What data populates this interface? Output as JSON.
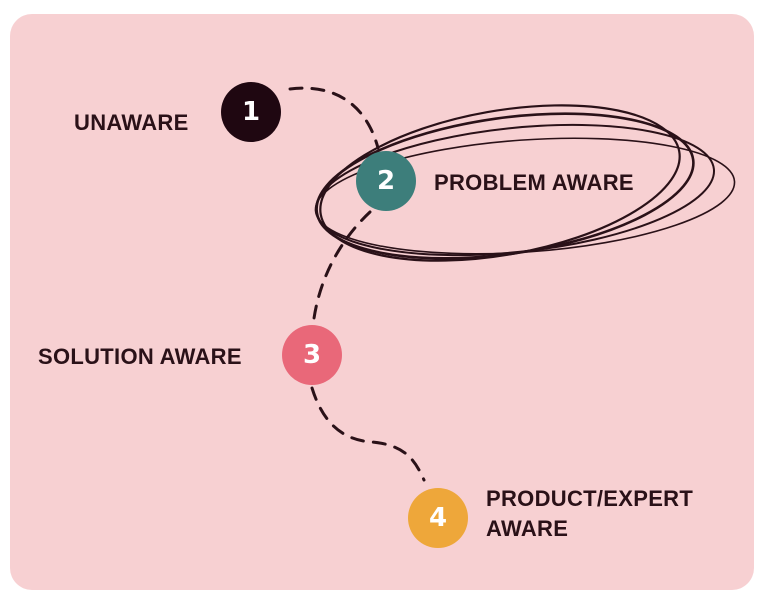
{
  "stages": [
    {
      "number": "1",
      "label": "UNAWARE",
      "color": "#1f0711"
    },
    {
      "number": "2",
      "label": "PROBLEM AWARE",
      "color": "#3d7e7b"
    },
    {
      "number": "3",
      "label": "SOLUTION AWARE",
      "color": "#e96879"
    },
    {
      "number": "4",
      "label_line1": "PRODUCT/EXPERT",
      "label_line2": "AWARE",
      "color": "#eea73a"
    }
  ],
  "highlighted_stage": "2",
  "colors": {
    "background": "#f7d0d2",
    "text": "#2a1118",
    "path": "#2a1118"
  }
}
